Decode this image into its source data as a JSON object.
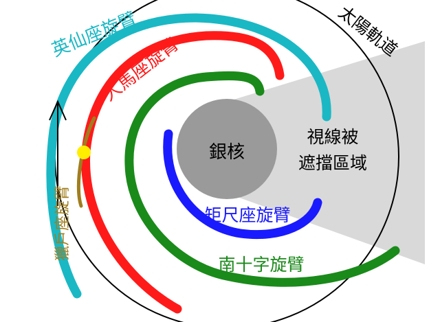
{
  "labels": {
    "galactic_core": "銀核",
    "solar_orbit": "太陽軌道",
    "obscured_region_line1": "視線被",
    "obscured_region_line2": "遮擋區域",
    "perseus_arm": "英仙座旋臂",
    "sagittarius_arm": "人馬座旋臂",
    "orion_arm": "獵戶座旋臂",
    "norma_arm": "矩尺座旋臂",
    "crux_arm": "南十字旋臂"
  },
  "colors": {
    "perseus_arm": "#1ab8c4",
    "sagittarius_arm": "#ff1a1a",
    "orion_arm": "#a07d1e",
    "norma_arm": "#1a1aff",
    "crux_arm": "#1a8a1a",
    "core": "#9a9a9a",
    "obscured_region": "#d9d9d9",
    "sun": "#ffee00",
    "orbit": "#000000"
  },
  "icons": {
    "sun": "sun-dot-icon",
    "direction": "up-arrow-icon"
  }
}
